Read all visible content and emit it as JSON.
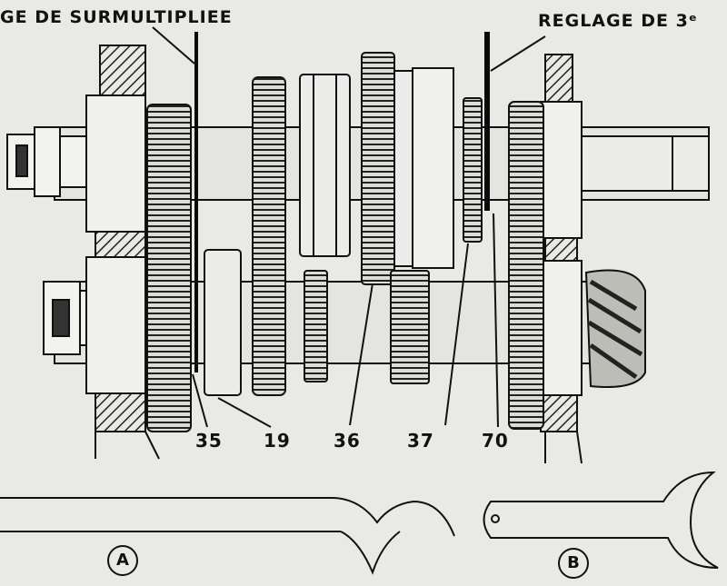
{
  "labels": {
    "top_left": "GE DE SURMULTIPLIEE",
    "top_right": "REGLAGE DE 3ᵉ"
  },
  "callouts": [
    "35",
    "19",
    "36",
    "37",
    "70"
  ],
  "tools": {
    "a_label": "A",
    "b_label": "B"
  },
  "colors": {
    "ink": "#161616",
    "paper": "#e9e9e6",
    "hatch": "#2a2a2a"
  }
}
